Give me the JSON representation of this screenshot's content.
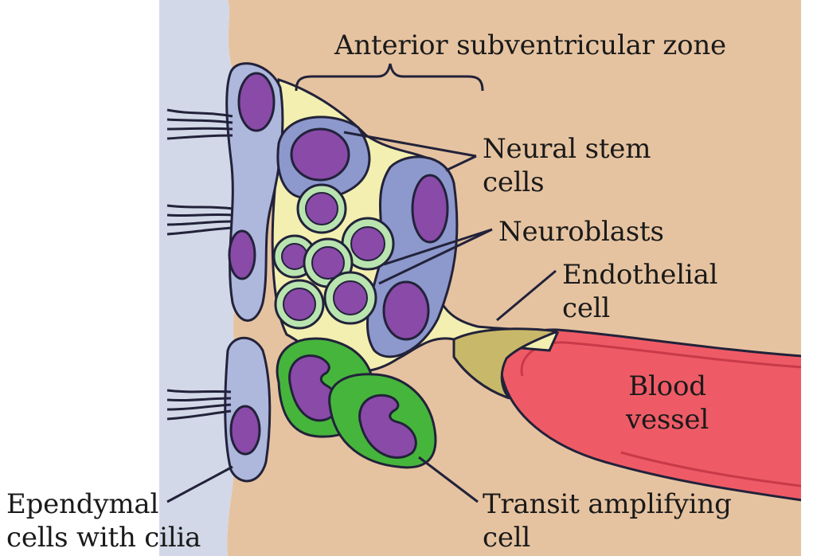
{
  "colors": {
    "tissue": "#e6c3a0",
    "ventricle": "#c4cde0",
    "ependymal": "#aeb7dc",
    "stem_cell": "#8d98cc",
    "nucleus": "#8a4aa8",
    "neuroblast_ring": "#b9e4b0",
    "transit_amplifying": "#46b53c",
    "endothelial": "#c8b96a",
    "astro_process": "#f3efb0",
    "blood_vessel": "#ee5b66",
    "outline": "#22223a"
  },
  "labels": {
    "anterior_svz": "Anterior subventricular zone",
    "neural_stem": [
      "Neural stem",
      "cells"
    ],
    "neuroblasts": "Neuroblasts",
    "endothelial": [
      "Endothelial",
      "cell"
    ],
    "blood_vessel": [
      "Blood",
      "vessel"
    ],
    "transit": [
      "Transit amplifying",
      "cell"
    ],
    "ependymal": [
      "Ependymal",
      "cells with cilia"
    ]
  }
}
